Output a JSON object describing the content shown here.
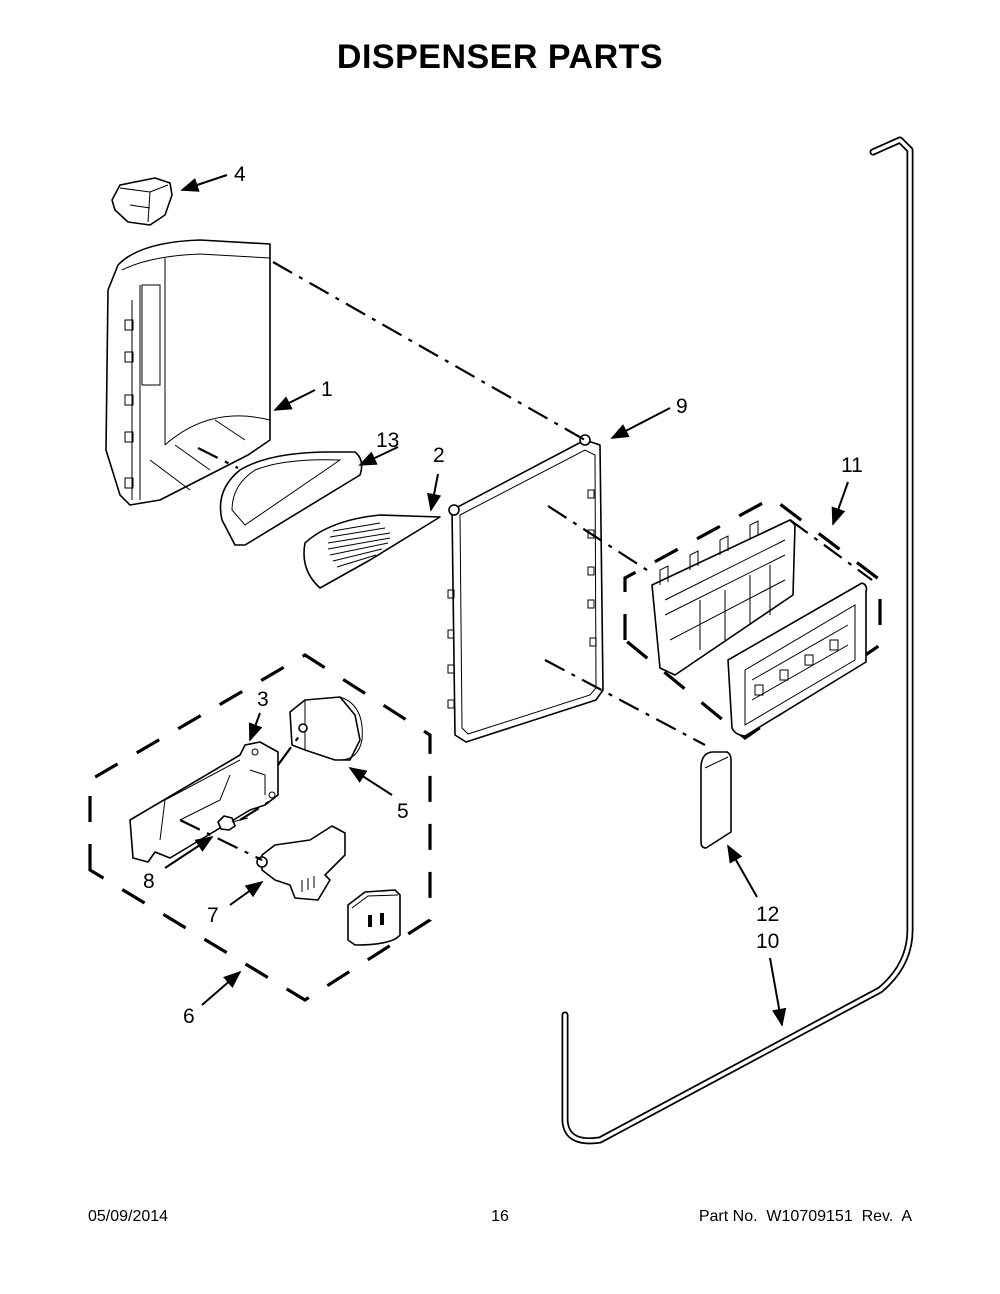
{
  "page": {
    "title": "DISPENSER PARTS",
    "footer": {
      "date": "05/09/2014",
      "page_number": "16",
      "part_number": "Part No.  W10709151  Rev.  A"
    }
  },
  "callouts": [
    {
      "id": "4",
      "label": "4",
      "part": "ice-chute-cap"
    },
    {
      "id": "1",
      "label": "1",
      "part": "dispenser-housing"
    },
    {
      "id": "13",
      "label": "13",
      "part": "drip-tray-frame"
    },
    {
      "id": "2",
      "label": "2",
      "part": "drip-tray-grille"
    },
    {
      "id": "9",
      "label": "9",
      "part": "dispenser-door-gasket-frame"
    },
    {
      "id": "11",
      "label": "11",
      "part": "control-panel-assembly"
    },
    {
      "id": "3",
      "label": "3",
      "part": "actuator-bracket"
    },
    {
      "id": "5",
      "label": "5",
      "part": "solenoid-motor"
    },
    {
      "id": "8",
      "label": "8",
      "part": "screw"
    },
    {
      "id": "7",
      "label": "7",
      "part": "dispenser-paddle-switch"
    },
    {
      "id": "6",
      "label": "6",
      "part": "paddle-switch-assembly"
    },
    {
      "id": "12",
      "label": "12",
      "part": "pad"
    },
    {
      "id": "10",
      "label": "10",
      "part": "water-tube"
    }
  ]
}
